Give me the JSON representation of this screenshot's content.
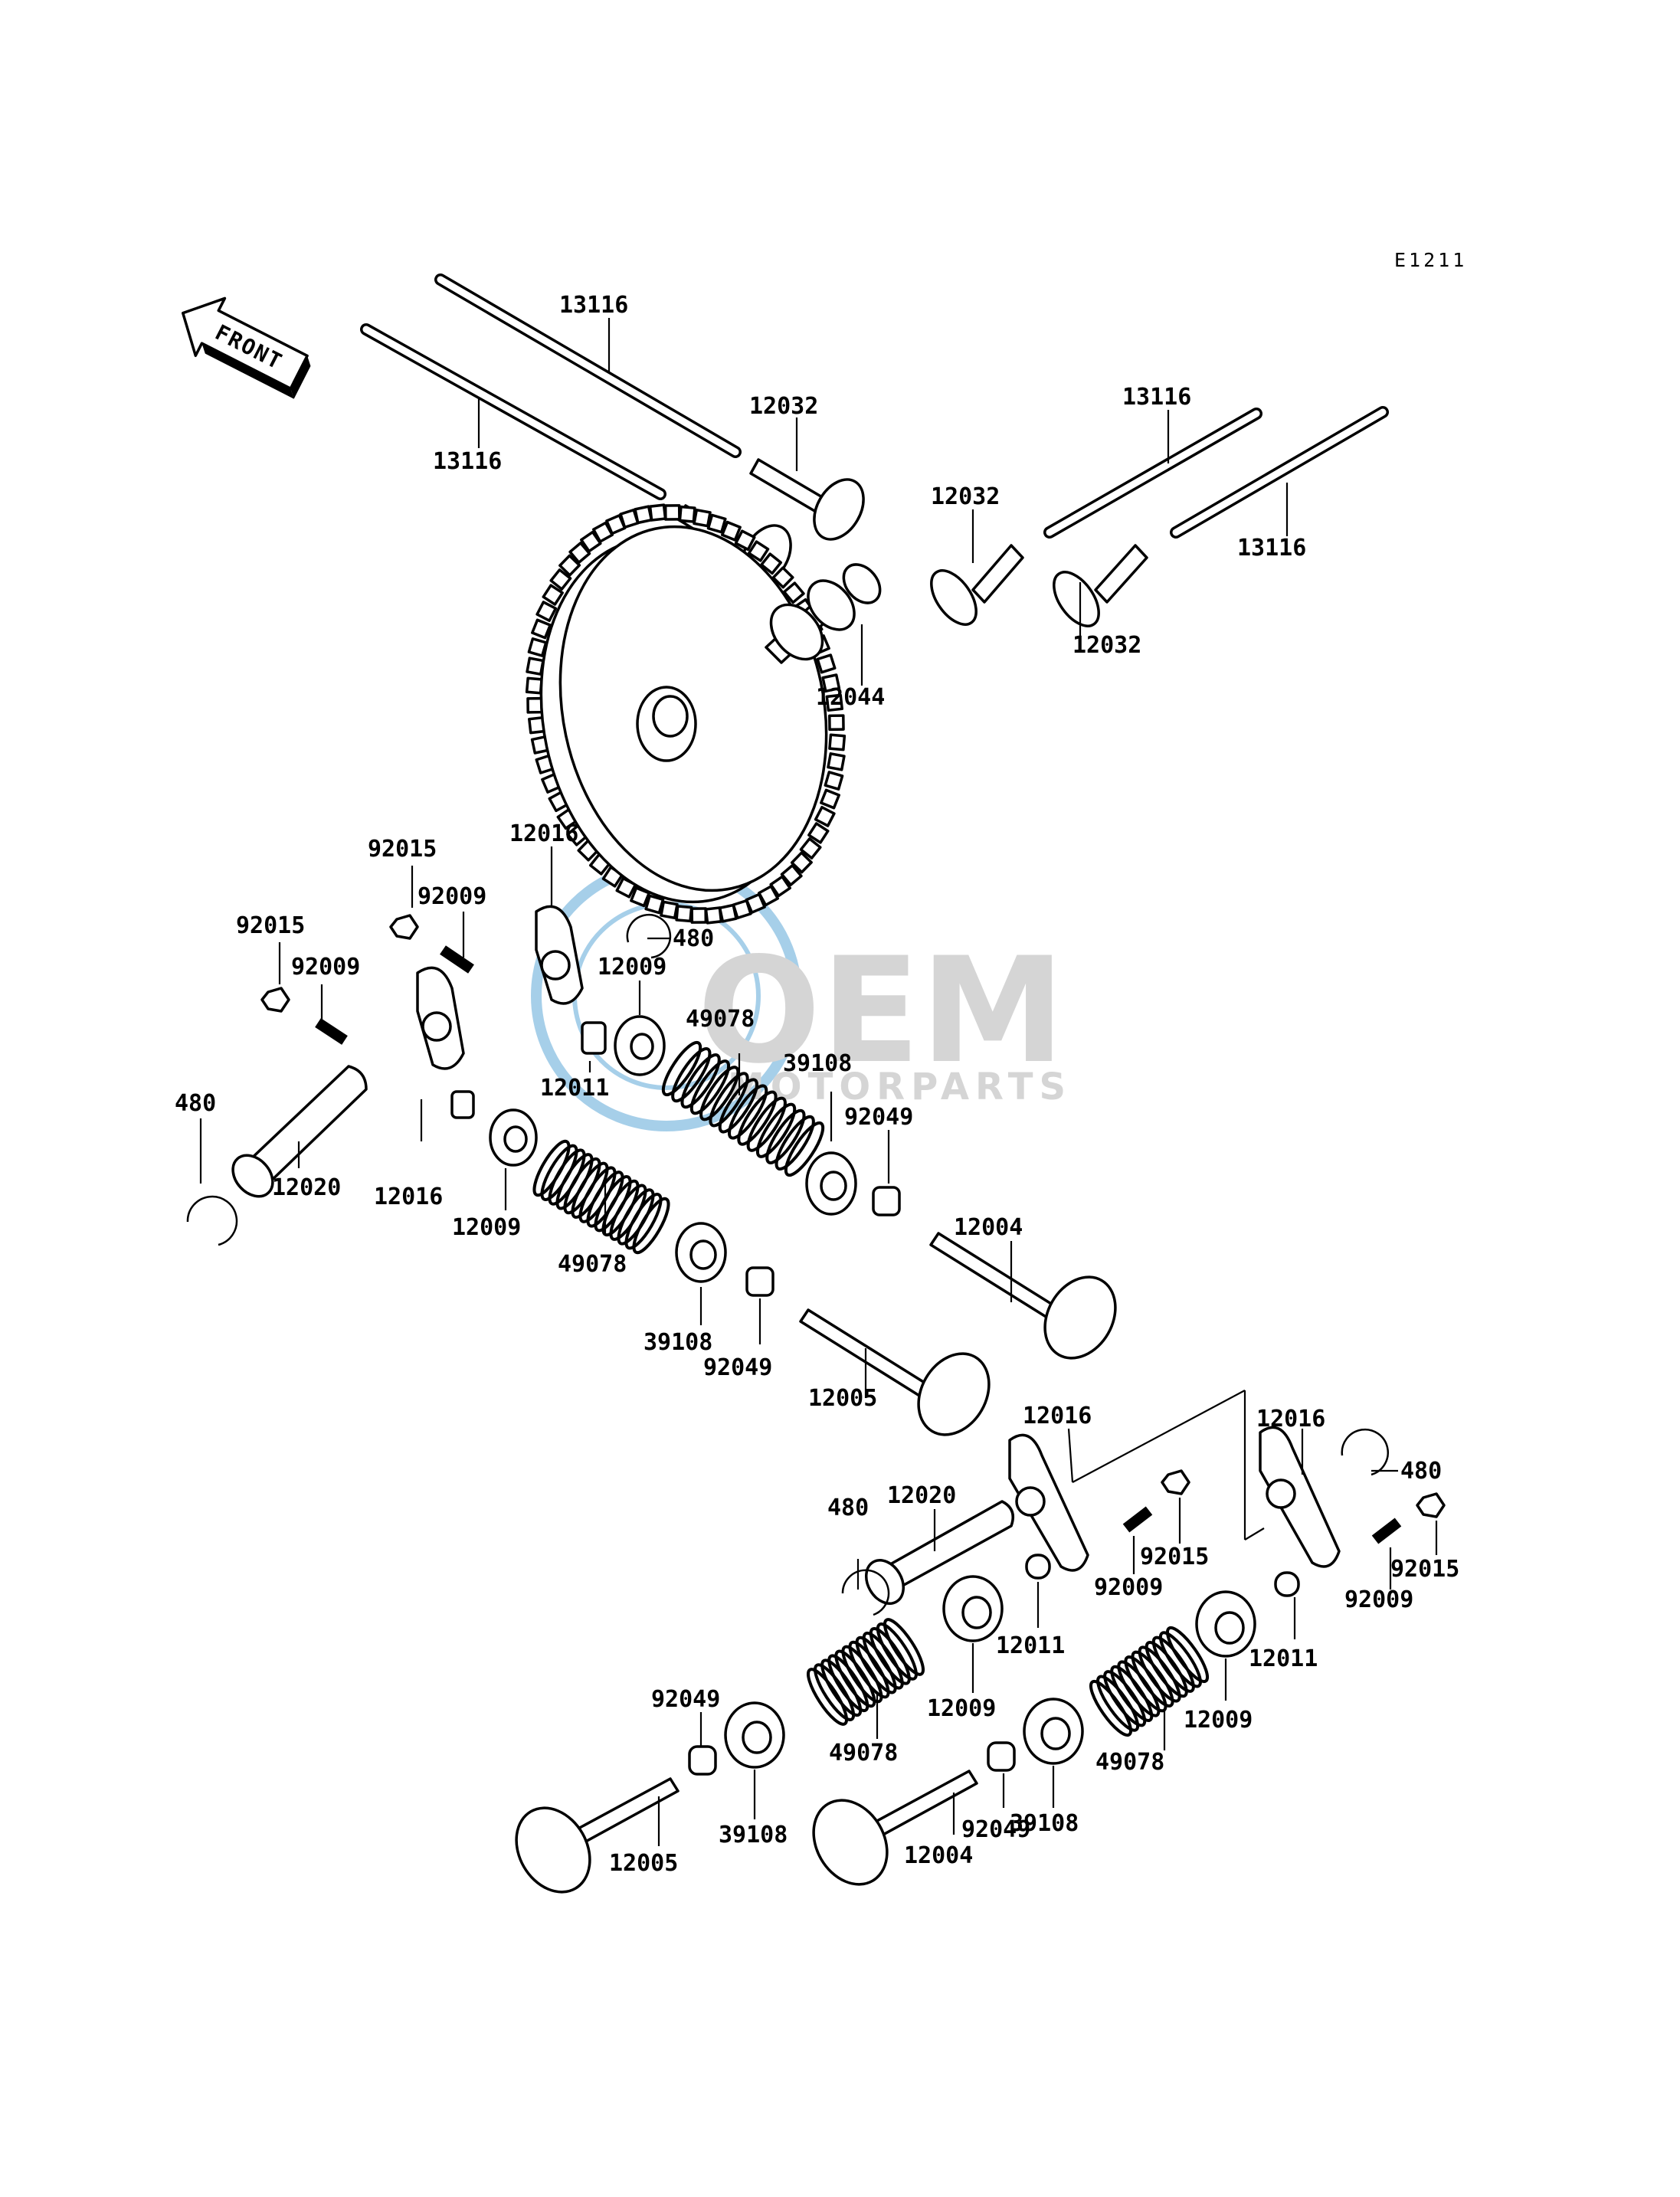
{
  "diagram_code": "E1211",
  "front_label": "FRONT",
  "watermark": {
    "main": "OEM",
    "sub": "MOTORPARTS",
    "color": "#5fa8d8",
    "gray": "#b4b4b4"
  },
  "colors": {
    "ink": "#000000",
    "paper": "#ffffff"
  },
  "labels": {
    "l13116_a": "13116",
    "l13116_b": "13116",
    "l13116_c": "13116",
    "l13116_d": "13116",
    "l12032_a": "12032",
    "l12032_b": "12032",
    "l12032_c": "12032",
    "l12044": "12044",
    "l12016_a": "12016",
    "l12016_b": "12016",
    "l12016_c": "12016",
    "l12016_d": "12016",
    "l92015_a": "92015",
    "l92015_b": "92015",
    "l92015_c": "92015",
    "l92015_d": "92015",
    "l92009_a": "92009",
    "l92009_b": "92009",
    "l92009_c": "92009",
    "l92009_d": "92009",
    "l480_a": "480",
    "l480_b": "480",
    "l480_c": "480",
    "l480_d": "480",
    "l12009_a": "12009",
    "l12009_b": "12009",
    "l12009_c": "12009",
    "l12009_d": "12009",
    "l12011_a": "12011",
    "l12011_b": "12011",
    "l12011_c": "12011",
    "l12020_a": "12020",
    "l12020_b": "12020",
    "l49078_a": "49078",
    "l49078_b": "49078",
    "l49078_c": "49078",
    "l49078_d": "49078",
    "l39108_a": "39108",
    "l39108_b": "39108",
    "l39108_c": "39108",
    "l39108_d": "39108",
    "l92049_a": "92049",
    "l92049_b": "92049",
    "l92049_c": "92049",
    "l92049_d": "92049",
    "l12004_a": "12004",
    "l12004_b": "12004",
    "l12005_a": "12005",
    "l12005_b": "12005"
  }
}
